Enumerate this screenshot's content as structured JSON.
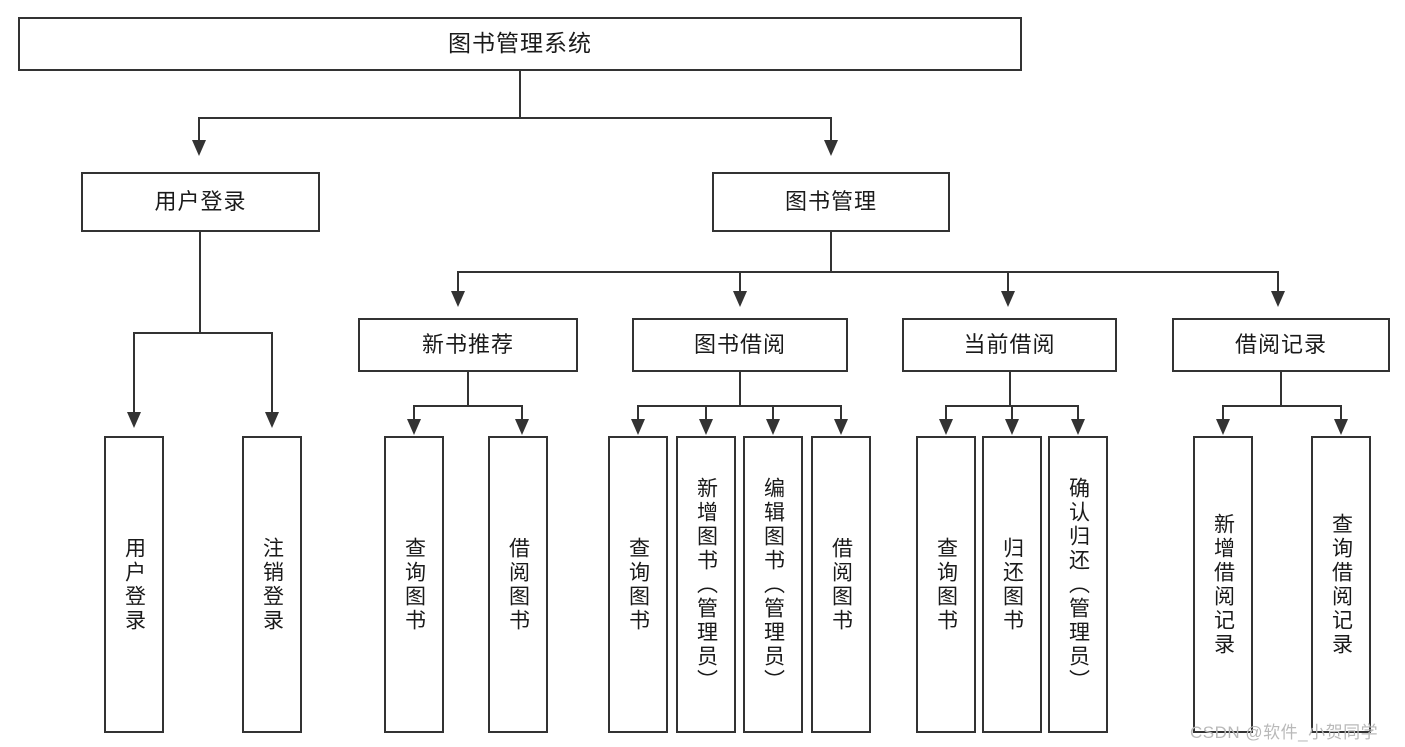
{
  "diagram": {
    "title": "图书管理系统",
    "type": "tree-hierarchy-chart",
    "orientation": "top-down",
    "colors": {
      "border": "#333333",
      "background": "#ffffff",
      "text": "#1a1a1a",
      "watermark": "#b9b9b9"
    }
  },
  "root": {
    "label": "图书管理系统"
  },
  "level2": {
    "user_login": {
      "label": "用户登录"
    },
    "book_manage": {
      "label": "图书管理"
    }
  },
  "level3": {
    "new_book_recommend": {
      "label": "新书推荐"
    },
    "book_borrow": {
      "label": "图书借阅"
    },
    "current_borrow": {
      "label": "当前借阅"
    },
    "borrow_record": {
      "label": "借阅记录"
    }
  },
  "leaves": {
    "user_login": [
      {
        "label": "用户登录"
      },
      {
        "label": "注销登录"
      }
    ],
    "new_book_recommend": [
      {
        "label": "查询图书"
      },
      {
        "label": "借阅图书"
      }
    ],
    "book_borrow": [
      {
        "label": "查询图书"
      },
      {
        "label": "新增图书（管理员）"
      },
      {
        "label": "编辑图书（管理员）"
      },
      {
        "label": "借阅图书"
      }
    ],
    "current_borrow": [
      {
        "label": "查询图书"
      },
      {
        "label": "归还图书"
      },
      {
        "label": "确认归还（管理员）"
      }
    ],
    "borrow_record": [
      {
        "label": "新增借阅记录"
      },
      {
        "label": "查询借阅记录"
      }
    ]
  },
  "watermark": {
    "text": "CSDN @软件_小贺同学"
  }
}
